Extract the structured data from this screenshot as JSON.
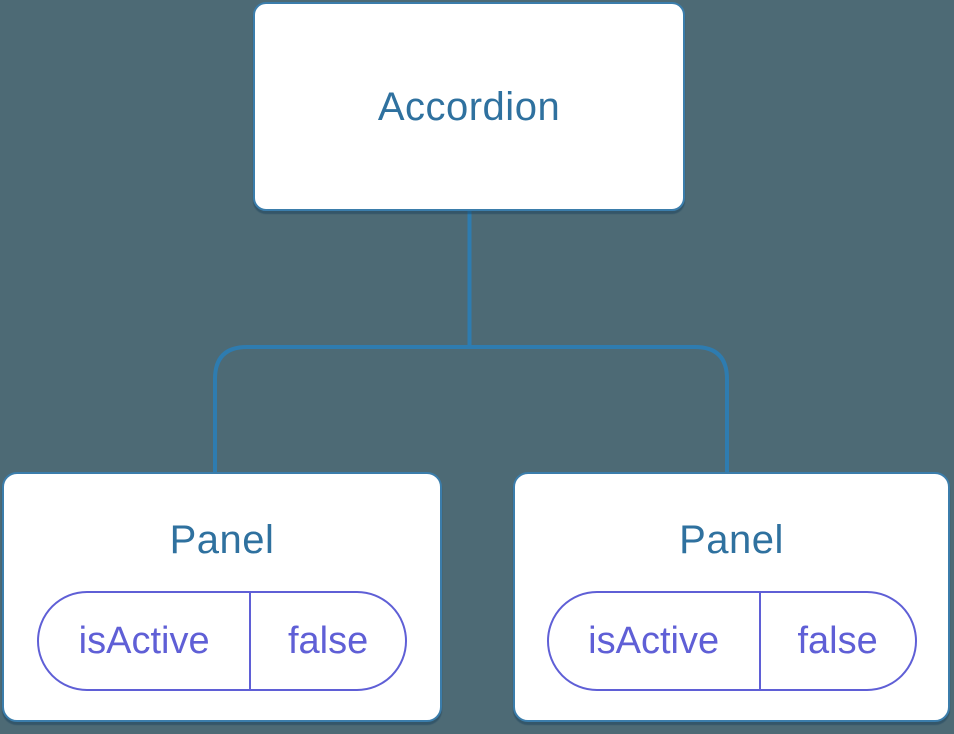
{
  "colors": {
    "background": "#4d6a75",
    "connector_line": "#2e7cb0",
    "node_border": "#3b7dab",
    "node_background": "#ffffff",
    "node_label_text": "#2f719f",
    "pill_accent": "#5f5fd6"
  },
  "tree": {
    "root": {
      "label": "Accordion"
    },
    "children": [
      {
        "label": "Panel",
        "state": {
          "name": "isActive",
          "value": "false"
        }
      },
      {
        "label": "Panel",
        "state": {
          "name": "isActive",
          "value": "false"
        }
      }
    ]
  }
}
